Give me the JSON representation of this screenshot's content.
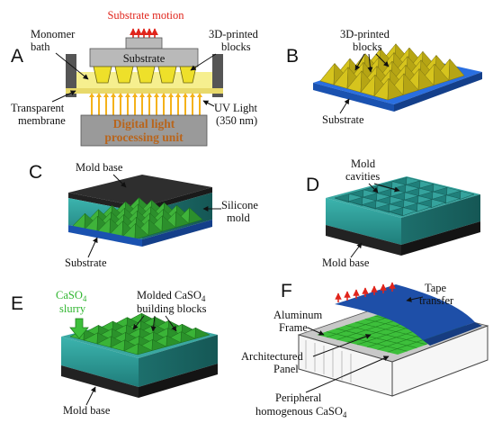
{
  "panels": {
    "a": {
      "letter": "A",
      "substrate_motion": "Substrate motion",
      "monomer_bath": [
        "Monomer",
        "bath"
      ],
      "substrate": "Substrate",
      "blocks": [
        "3D-printed",
        "blocks"
      ],
      "membrane": [
        "Transparent",
        "membrane"
      ],
      "uv": [
        "UV Light",
        "(350 nm)"
      ],
      "dlp": [
        "Digital light",
        "processing unit"
      ]
    },
    "b": {
      "letter": "B",
      "blocks": [
        "3D-printed",
        "blocks"
      ],
      "substrate": "Substrate"
    },
    "c": {
      "letter": "C",
      "mold_base": "Mold base",
      "silicone": [
        "Silicone",
        "mold"
      ],
      "substrate": "Substrate"
    },
    "d": {
      "letter": "D",
      "cavities": [
        "Mold",
        "cavities"
      ],
      "mold_base": "Mold base"
    },
    "e": {
      "letter": "E",
      "slurry_main": "CaSO",
      "slurry_sub": "4",
      "slurry_word": "slurry",
      "molded_main": "Molded CaSO",
      "molded_sub": "4",
      "molded_line2": "building blocks",
      "mold_base": "Mold base"
    },
    "f": {
      "letter": "F",
      "tape": [
        "Tape",
        "transfer"
      ],
      "frame": [
        "Aluminum",
        "Frame"
      ],
      "panel": [
        "Architectured",
        "Panel"
      ],
      "peripheral_line1": "Peripheral",
      "peripheral_main": "homogenous CaSO",
      "peripheral_sub": "4"
    }
  },
  "colors": {
    "yellow": "#eee02a",
    "blue": "#2266d6",
    "teal": "#2a9a96",
    "dark": "#2e2e2e",
    "green": "#3dbf3b",
    "red": "#e0241b",
    "brown": "#b8651c",
    "uv_arrow": "#f4b21a"
  }
}
